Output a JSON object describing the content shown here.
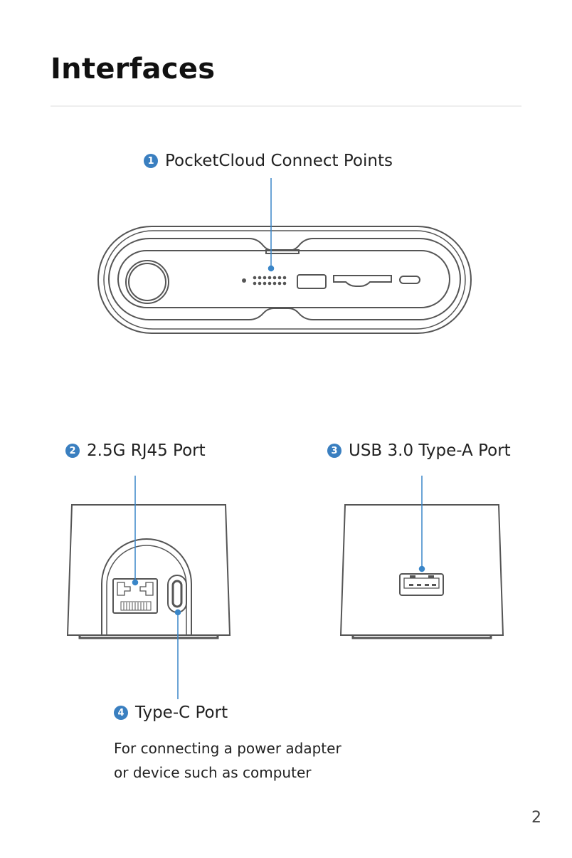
{
  "title": "Interfaces",
  "callouts": [
    {
      "num": "1",
      "label": "PocketCloud Connect Points"
    },
    {
      "num": "2",
      "label": "2.5G RJ45 Port"
    },
    {
      "num": "3",
      "label": "USB 3.0 Type-A Port"
    },
    {
      "num": "4",
      "label": "Type-C Port",
      "description": [
        "For connecting a power adapter",
        "or device such as computer"
      ]
    }
  ],
  "page_number": "2",
  "colors": {
    "accent": "#3a86c8",
    "line": "#555555"
  }
}
